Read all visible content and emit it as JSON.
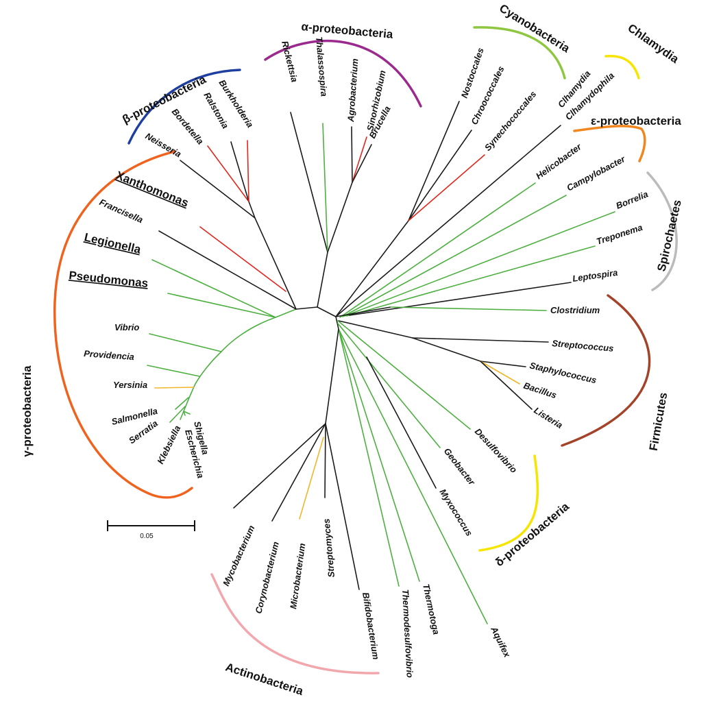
{
  "colors": {
    "black": "#1a1a1a",
    "green": "#4caf3f",
    "red": "#e0261c",
    "orange": "#f2b62a",
    "gamma": "#f0631e",
    "beta": "#1f3fa0",
    "alpha": "#9a2a8e",
    "cyano": "#8dc63f",
    "chlamydia": "#f5e500",
    "epsilon": "#f0861e",
    "spiro": "#bbbbbb",
    "firmicutes": "#a3442a",
    "delta": "#f5e500",
    "actino": "#f2a7ad"
  },
  "groups": {
    "gamma": "γ-proteobacteria",
    "beta": "β-proteobacteria",
    "alpha": "α-proteobacteria",
    "cyano": "Cyanobacteria",
    "chlamydia": "Chlamydia",
    "epsilon": "ε-proteobacteria",
    "spiro": "Spirochaetes",
    "firmicutes": "Firmicutes",
    "delta": "δ-proteobacteria",
    "actino": "Actinobacteria"
  },
  "taxa": {
    "rickettsia": "Rickettsia",
    "thalassospira": "Thalassospira",
    "agrobacterium": "Agrobacterium",
    "sinorhizobium": "Sinorhizobium",
    "brucella": "Brucella",
    "nostoccales": "Nostoccales",
    "chroococcales": "Chroococcales",
    "synechococcales": "Synechococcales",
    "clhamydia": "Clhamydia",
    "clhamydophila": "Clhamydophila",
    "helicobacter": "Helicobacter",
    "campylobacter": "Campylobacter",
    "borrelia": "Borrelia",
    "treponema": "Treponema",
    "leptospira": "Leptospira",
    "clostridium": "Clostridium",
    "streptococcus": "Streptococcus",
    "staphylococcus": "Staphylococcus",
    "bacillus": "Bacillus",
    "listeria": "Listeria",
    "desulfovibrio": "Desulfovibrio",
    "geobacter": "Geobacter",
    "myxococcus": "Myxococcus",
    "aquifex": "Aquifex",
    "thermotoga": "Thermotoga",
    "thermodesulfovibrio": "Thermodesulfovibrio",
    "bifidobacterium": "Bifidobacterium",
    "streptomyces": "Streptomyces",
    "microbacterium": "Microbacterium",
    "corynobacterium": "Corynobacterium",
    "mycobacterium": "Mycobacterium",
    "neisseria": "Neisseria",
    "bordetella": "Bordetella",
    "ralstonia": "Ralstonia",
    "burkholderia": "Burkholderia",
    "xanthomonas": "Xanthomonas",
    "francisella": "Francisella",
    "legionella": "Legionella",
    "pseudomonas": "Pseudomonas",
    "vibrio": "Vibrio",
    "providencia": "Providencia",
    "yersinia": "Yersinia",
    "salmonella": "Salmonella",
    "serratia": "Serratia",
    "klebsiella": "Klebsiella",
    "shigella": "Shigella",
    "escherichia": "Escherichia"
  },
  "scale_bar": {
    "label": "0.05"
  }
}
